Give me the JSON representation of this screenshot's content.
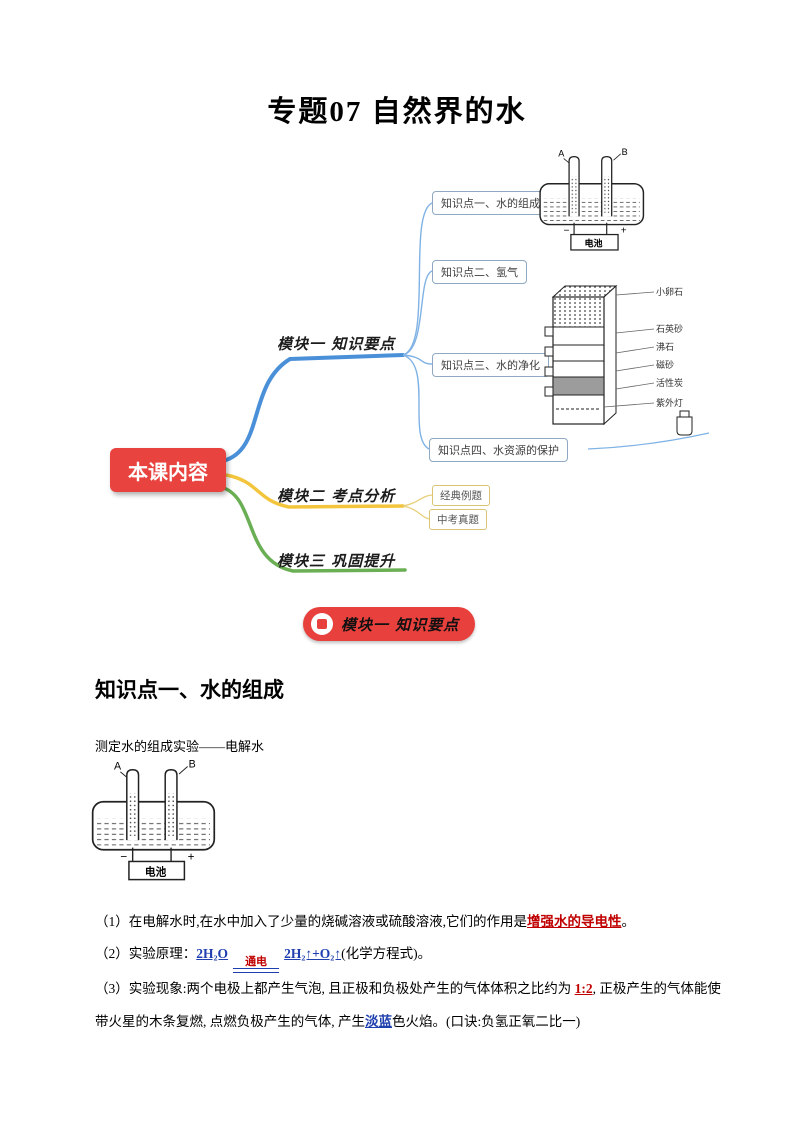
{
  "title": "专题07 自然界的水",
  "mindmap": {
    "root": "本课内容",
    "branches": {
      "m1": "模块一  知识要点",
      "m2": "模块二  考点分析",
      "m3": "模块三  巩固提升"
    },
    "knowledge_points": {
      "kp1": "知识点一、水的组成",
      "kp2": "知识点二、氢气",
      "kp3": "知识点三、水的净化",
      "kp4": "知识点四、水资源的保护"
    },
    "m2_children": {
      "classic": "经典例题",
      "zhenti": "中考真题"
    },
    "filter": {
      "labels": [
        "小卵石",
        "石英砂",
        "沸石",
        "磁砂",
        "活性炭",
        "紫外灯"
      ]
    }
  },
  "electrolysis": {
    "tube_a": "A",
    "tube_b": "B",
    "battery": "电池",
    "minus": "−",
    "plus": "+"
  },
  "banner": {
    "label": "模块一 知识要点"
  },
  "section1": {
    "heading": "知识点一、水的组成",
    "intro": "测定水的组成实验——电解水",
    "p1": {
      "pre": "（1）在电解水时,在水中加入了少量的烧碱溶液或硫酸溶液,它们的作用是",
      "highlight": "增强水的导电性",
      "post": "。"
    },
    "p2": {
      "pre": "（2）实验原理：",
      "reactant": "2H₂O",
      "condition": "通电",
      "product": "2H₂↑+O₂↑",
      "post": "(化学方程式)。"
    },
    "p3": {
      "pre": "（3）实验现象:两个电极上都产生气泡, 且正极和负极处产生的气体体积之比约为 ",
      "ratio": "1:2",
      "mid": ", 正极产生的气体能使带火星的木条复燃, 点燃负极产生的气体, 产生",
      "color_word": "淡蓝",
      "post": "色火焰。(口诀:负氢正氧二比一)"
    }
  },
  "colors": {
    "accent_red": "#e8403c",
    "branch_blue": "#4a90d9",
    "branch_yellow": "#f3c53d",
    "branch_green": "#6aaf53",
    "formula_blue": "#1f3fae",
    "highlight_red": "#c00000"
  }
}
